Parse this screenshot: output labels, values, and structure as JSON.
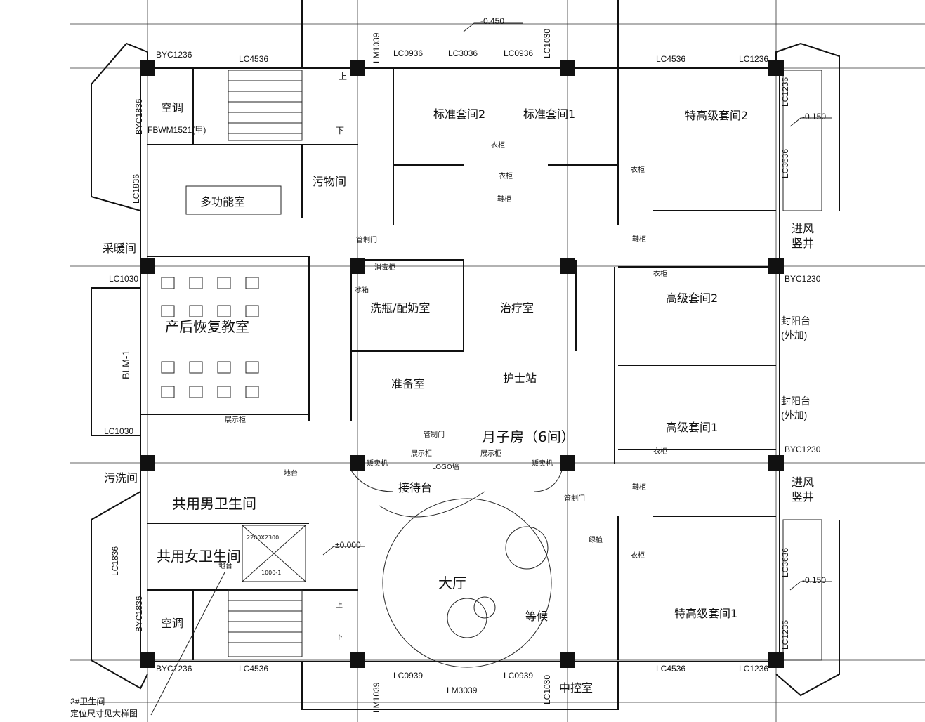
{
  "rooms": {
    "standard_suite_2": "标准套间2",
    "standard_suite_1": "标准套间1",
    "premium_suite_2": "特高级套间2",
    "premium_suite_1": "特高级套间1",
    "senior_suite_2": "高级套间2",
    "senior_suite_1": "高级套间1",
    "multifunction": "多功能室",
    "soiled_room": "污物间",
    "heating_room": "采暖间",
    "recovery_class": "产后恢复教室",
    "bottle_milk_room": "洗瓶/配奶室",
    "treatment_room": "治疗室",
    "prep_room": "准备室",
    "nurse_station": "护士站",
    "confinement_rooms": "月子房（6间）",
    "washing_room": "污洗间",
    "male_wc": "共用男卫生间",
    "female_wc": "共用女卫生间",
    "reception": "接待台",
    "lobby": "大厅",
    "waiting": "等候",
    "control_room": "中控室",
    "ac_top": "空调",
    "ac_bottom": "空调",
    "air_shaft_top": "进风竖井",
    "air_shaft_bottom": "进风竖井",
    "sunroom_top": "封阳台(外加)",
    "sunroom_bottom": "封阳台(外加)"
  },
  "fixtures": {
    "display_cabinet_1": "展示柜",
    "display_cabinet_2": "展示柜",
    "display_cabinet_3": "展示柜",
    "vending_left": "贩卖机",
    "vending_right": "贩卖机",
    "logo_wall": "LOGO墙",
    "pipe_door_1": "管制门",
    "pipe_door_2": "管制门",
    "pipe_door_3": "管制门",
    "wardrobe_1": "衣柜",
    "wardrobe_2": "衣柜",
    "wardrobe_3": "衣柜",
    "wardrobe_4": "衣柜",
    "wardrobe_5": "衣柜",
    "wardrobe_6": "衣柜",
    "shoe_cabinet_1": "鞋柜",
    "shoe_cabinet_2": "鞋柜",
    "shoe_cabinet_3": "鞋柜",
    "sterilizer": "消毒柜",
    "fridge": "冰箱",
    "green_plant": "绿植",
    "floor_platform": "地台",
    "floor_platform_2": "地台",
    "elevator_dim": "2200X2300",
    "elevator_door": "1000-1",
    "up": "上",
    "down": "下",
    "down_2": "下",
    "up_2": "上"
  },
  "elevations": {
    "level_top": "-0.450",
    "level_zero": "±0.000",
    "level_right_top": "-0.150",
    "level_right_bottom": "-0.150"
  },
  "openings": {
    "byc1236_tl": "BYC1236",
    "lc4536_tl": "LC4536",
    "lm1039_top": "LM1039",
    "lc0936_a": "LC0936",
    "lc3036": "LC3036",
    "lc0936_b": "LC0936",
    "lc1030_top": "LC1030",
    "lc4536_tr": "LC4536",
    "lc1236_tr": "LC1236",
    "byc1836_l": "BYC1836",
    "fbwm": "FBWM1521(甲)",
    "lc1836_l": "LC1836",
    "lc1030_l": "LC1030",
    "blm1": "BLM-1",
    "lc1030_l2": "LC1030",
    "lc1836_l2": "LC1836",
    "byc1836_l2": "BYC1836",
    "byc1236_bl": "BYC1236",
    "lc4536_bl": "LC4536",
    "lm1039_bottom": "LM1039",
    "lc0939_a": "LC0939",
    "lm3039": "LM3039",
    "lc0939_b": "LC0939",
    "lc1030_bottom": "LC1030",
    "lc4536_br": "LC4536",
    "lc1236_br": "LC1236",
    "lc1236_r1": "LC1236",
    "lc3636_r1": "LC3636",
    "byc1230_r1": "BYC1230",
    "byc1230_r2": "BYC1230",
    "lc3636_r2": "LC3636",
    "lc1236_r2": "LC1236"
  },
  "notes": {
    "line1": "2#卫生间",
    "line2": "定位尺寸见大样图"
  }
}
